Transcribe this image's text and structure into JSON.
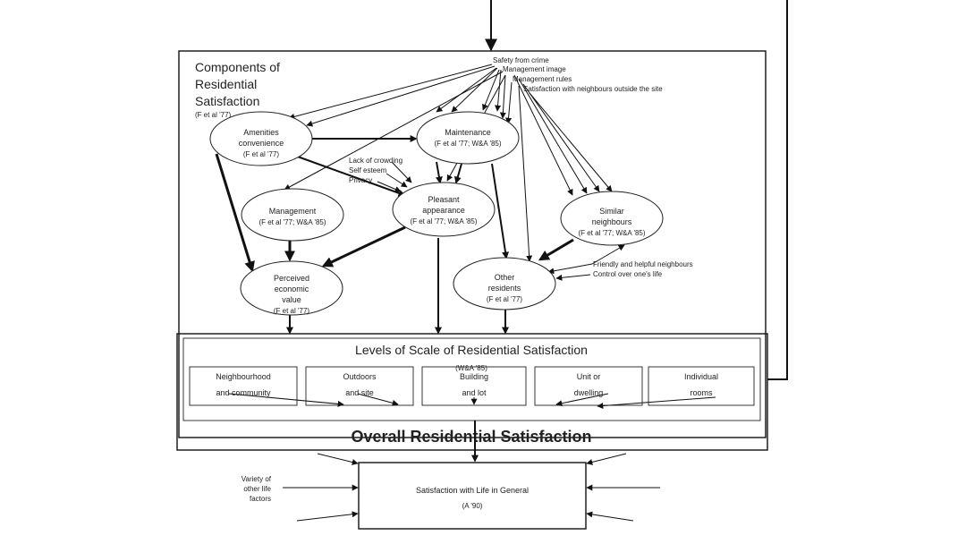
{
  "components": {
    "title_lines": [
      "Components of",
      "Residential",
      "Satisfaction"
    ],
    "cite": "(F et al '77)"
  },
  "nodes": {
    "amenities": {
      "lines": [
        "Amenities",
        "convenience"
      ],
      "cite": "(F et al '77)"
    },
    "maintenance": {
      "lines": [
        "Maintenance"
      ],
      "cite": "(F et al '77; W&A '85)"
    },
    "management": {
      "lines": [
        "Management"
      ],
      "cite": "(F et al '77; W&A '85)"
    },
    "pleasant": {
      "lines": [
        "Pleasant",
        "appearance"
      ],
      "cite": "(F et al '77; W&A '85)"
    },
    "similar": {
      "lines": [
        "Similar",
        "neighbours"
      ],
      "cite": "(F et al '77; W&A '85)"
    },
    "perceived": {
      "lines": [
        "Perceived",
        "economic",
        "value"
      ],
      "cite": "(F et al '77)"
    },
    "other": {
      "lines": [
        "Other",
        "residents"
      ],
      "cite": "(F et al '77)"
    }
  },
  "top_factors": [
    "Safety from crime",
    "Management image",
    "Management rules",
    "Satisfaction with neighbours outside the site"
  ],
  "mid_factors": [
    "Lack of crowding",
    "Self esteem",
    "Privacy"
  ],
  "side_factors": [
    "Friendly and helpful neighbours",
    "Control over one's life"
  ],
  "levels": {
    "title": "Levels of Scale of Residential Satisfaction",
    "cite": "(W&A '85)",
    "scales": [
      {
        "l1": "Neighbourhood",
        "l2": "and community"
      },
      {
        "l1": "Outdoors",
        "l2": "and site"
      },
      {
        "l1": "Building",
        "l2": "and lot"
      },
      {
        "l1": "Unit or",
        "l2": "dwelling"
      },
      {
        "l1": "Individual",
        "l2": "rooms"
      }
    ]
  },
  "overall": "Overall Residential Satisfaction",
  "life": {
    "title": "Satisfaction with Life in General",
    "cite": "(A '90)"
  },
  "variety": [
    "Variety of",
    "other life",
    "factors"
  ]
}
